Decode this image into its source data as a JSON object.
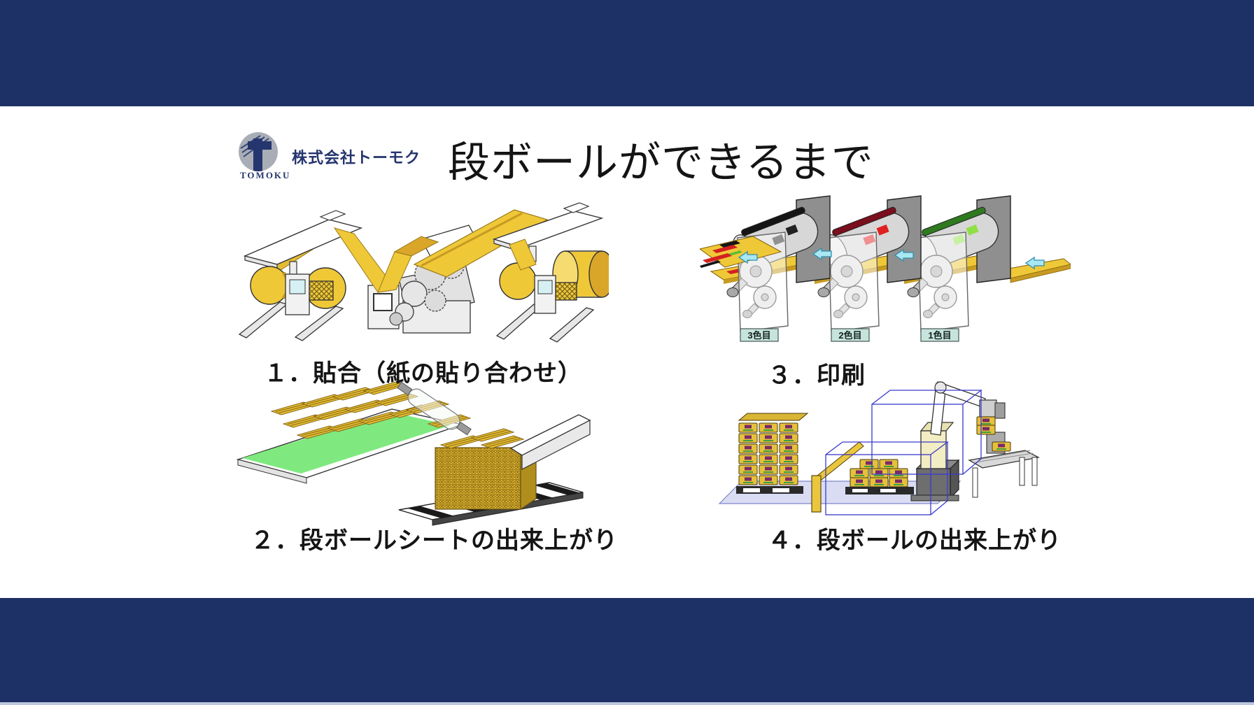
{
  "page": {
    "top_bar_color": "#1e3166",
    "bottom_bar_color": "#1e3166",
    "background": "#ffffff"
  },
  "header": {
    "logo": {
      "wordmark": "TOMOKU",
      "company_name": "株式会社トーモク",
      "brand_color": "#25356e"
    },
    "title": "段ボールができるまで"
  },
  "steps": [
    {
      "id": 1,
      "caption": "１．貼合（紙の貼り合わせ）",
      "illustration": "corrugator-lamination-machine"
    },
    {
      "id": 2,
      "caption": "２．段ボールシートの出来上がり",
      "illustration": "corrugated-sheet-stacking"
    },
    {
      "id": 3,
      "caption": "３．印刷",
      "illustration": "three-color-flexo-printing-units",
      "unit_labels": [
        "3色目",
        "2色目",
        "1色目"
      ]
    },
    {
      "id": 4,
      "caption": "４．段ボールの出来上がり",
      "illustration": "palletizing-robot-cell"
    }
  ],
  "palette": {
    "paper_yellow": "#efc838",
    "paper_shadow": "#c79a22",
    "conveyor_green": "#7fe97f",
    "arrow_cyan": "#a9e7f2",
    "label_bg": "#c7e4dc",
    "floor_lavender": "#dadcf4",
    "wireframe_blue": "#3a3acd",
    "ink_colors": [
      "#151515",
      "#e02020",
      "#8fe045"
    ]
  }
}
